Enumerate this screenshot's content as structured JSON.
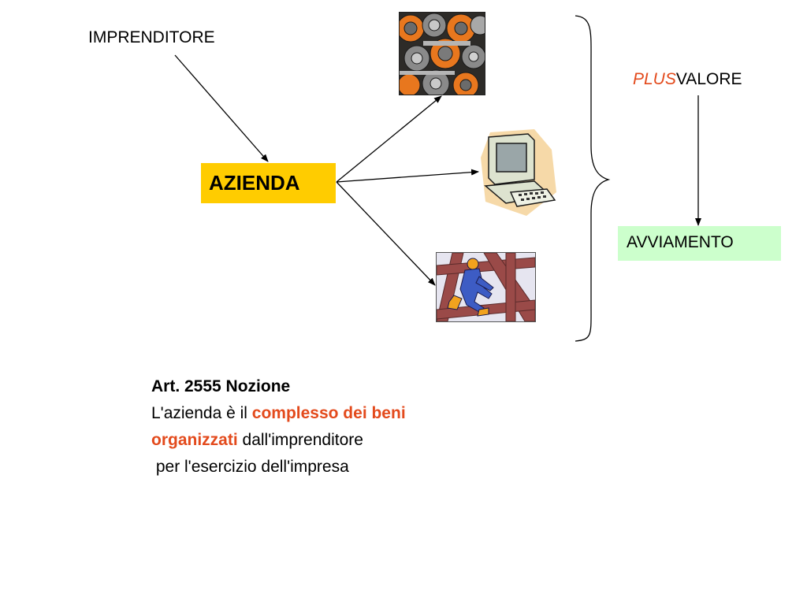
{
  "diagram": {
    "imprenditore": "IMPRENDITORE",
    "azienda": "AZIENDA",
    "plus": "PLUS",
    "valore": "VALORE",
    "avviamento": "AVVIAMENTO"
  },
  "article": {
    "title": "Art. 2555 Nozione",
    "line1_prefix": "L'azienda è il ",
    "line1_red": "complesso dei beni",
    "line2_red": "organizzati",
    "line2_suffix": " dall'imprenditore",
    "line3": " per l'esercizio dell'impresa"
  },
  "clipart": {
    "gears": "gears-icon",
    "computer": "computer-icon",
    "worker": "worker-icon"
  },
  "colors": {
    "azienda_fill": "#ffcc00",
    "avviamento_fill": "#ccffcc",
    "accent_red": "#e34a1c"
  }
}
